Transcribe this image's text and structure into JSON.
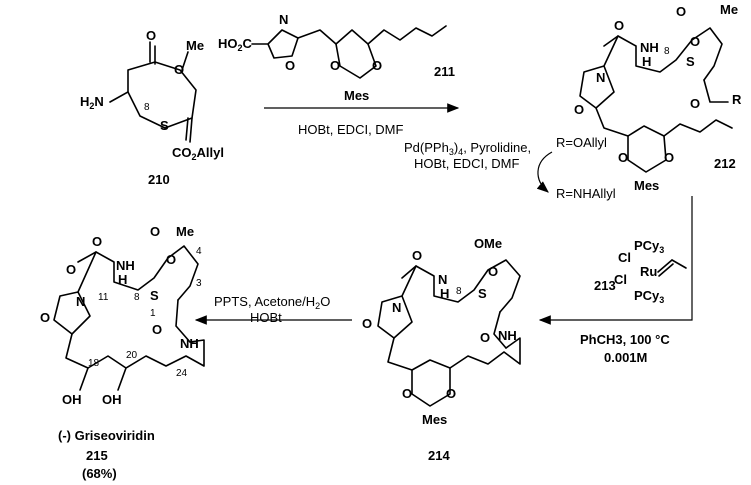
{
  "reagents": {
    "step1": "HOBt, EDCI, DMF",
    "step2_line1": "Pd(PPh3)4, Pyrolidine,",
    "step2_line2": "HOBt, EDCI, DMF",
    "step3_temp": "PhCH3, 100 °C",
    "step3_conc": "0.001M",
    "step4_line1": "PPTS, Acetone/H2O",
    "step4_line2": "HOBt"
  },
  "r_groups": {
    "before": "R=OAllyl",
    "after": "R=NHAllyl"
  },
  "compounds": {
    "c210": "210",
    "c211": "211",
    "c212": "212",
    "c213": "213",
    "c214": "214",
    "c215": "215",
    "c215_name": "(-) Griseoviridin",
    "c215_yield": "(68%)"
  },
  "atoms": {
    "H2N": "H2N",
    "CO2Allyl": "CO2Allyl",
    "HO2C": "HO2C",
    "Mes": "Mes",
    "Me": "Me",
    "O": "O",
    "N": "N",
    "S": "S",
    "NH": "NH",
    "H": "H",
    "R": "R",
    "OH": "OH",
    "Cl": "Cl",
    "Ru": "Ru",
    "PCy3": "PCy3"
  },
  "numbering": {
    "n1": "1",
    "n3": "3",
    "n4": "4",
    "n8": "8",
    "n11": "11",
    "n18": "18",
    "n20": "20",
    "n24": "24"
  }
}
